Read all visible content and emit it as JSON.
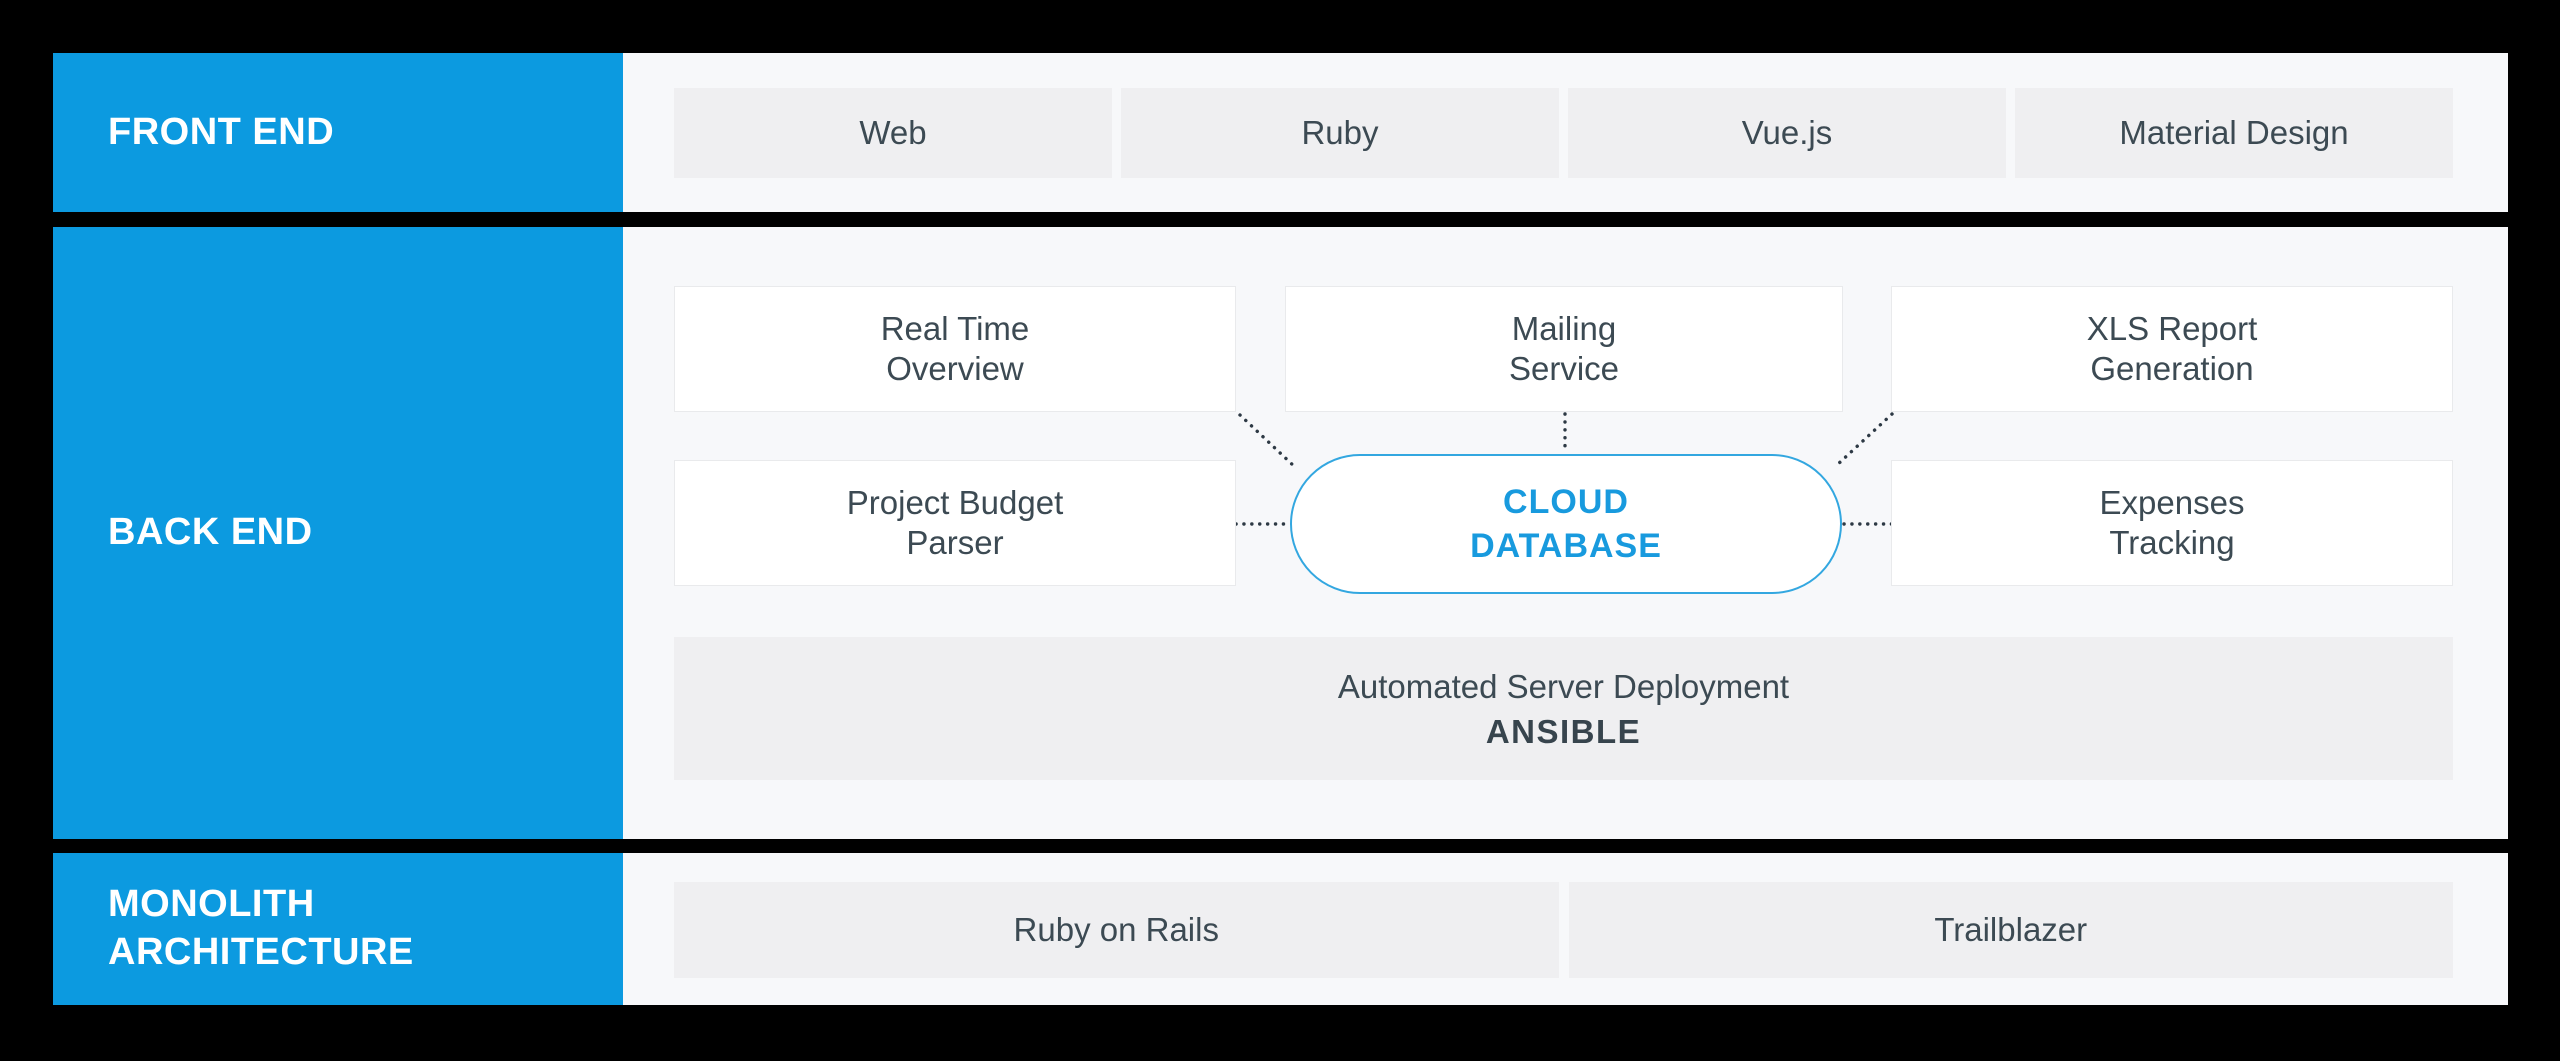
{
  "colors": {
    "background": "#000000",
    "label_blue": "#0c9ae0",
    "hub_border_blue": "#33a7e0",
    "hub_text_blue": "#189ade",
    "panel_bg": "#f7f8fa",
    "chip_gray": "#efeff1",
    "box_white": "#ffffff",
    "text_dark": "#3c4a53",
    "connector_dot": "#2d3944"
  },
  "rows": {
    "front": {
      "label": "FRONT END",
      "items": [
        "Web",
        "Ruby",
        "Vue.js",
        "Material Design"
      ]
    },
    "back": {
      "label": "BACK END",
      "boxes": {
        "real_time": "Real Time\nOverview",
        "mailing": "Mailing\nService",
        "xls": "XLS Report\nGeneration",
        "budget_parser": "Project Budget\nParser",
        "expenses": "Expenses\nTracking"
      },
      "hub": {
        "label": "CLOUD\nDATABASE"
      },
      "deployment": {
        "title": "Automated Server Deployment",
        "tool": "ANSIBLE"
      }
    },
    "monolith": {
      "label": "MONOLITH\nARCHITECTURE",
      "items": [
        "Ruby on Rails",
        "Trailblazer"
      ]
    }
  }
}
